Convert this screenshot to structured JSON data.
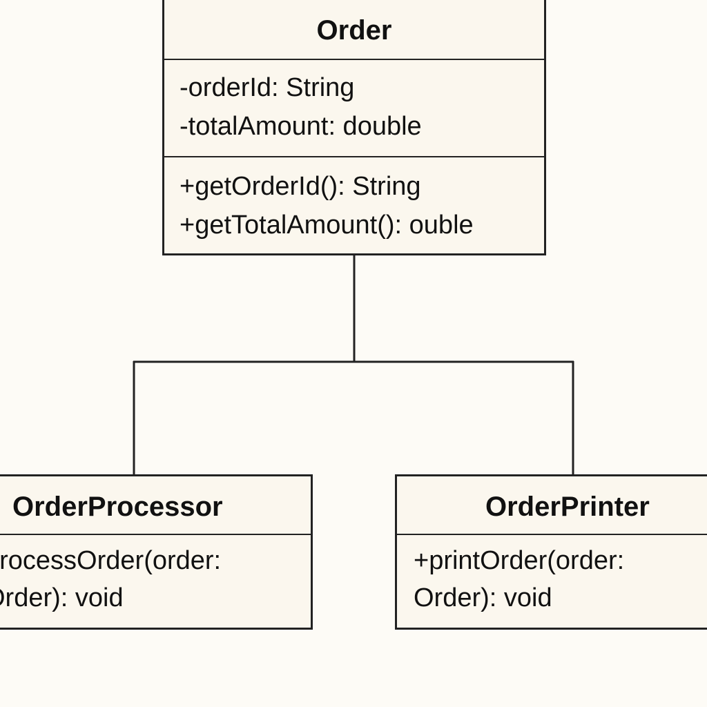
{
  "diagram": {
    "classes": {
      "order": {
        "name": "Order",
        "attributes": [
          "-orderId: String",
          "-totalAmount: double"
        ],
        "methods": [
          "+getOrderId(): String",
          "+getTotalAmount():  ouble"
        ]
      },
      "order_processor": {
        "name": "OrderProcessor",
        "methods": [
          "processOrder(order:",
          "Order): void"
        ]
      },
      "order_printer": {
        "name": "OrderPrinter",
        "methods": [
          "+printOrder(order:",
          "Order): void"
        ]
      }
    },
    "colors": {
      "background": "#fdfbf6",
      "box_fill": "#fbf7ee",
      "line": "#222222"
    }
  }
}
